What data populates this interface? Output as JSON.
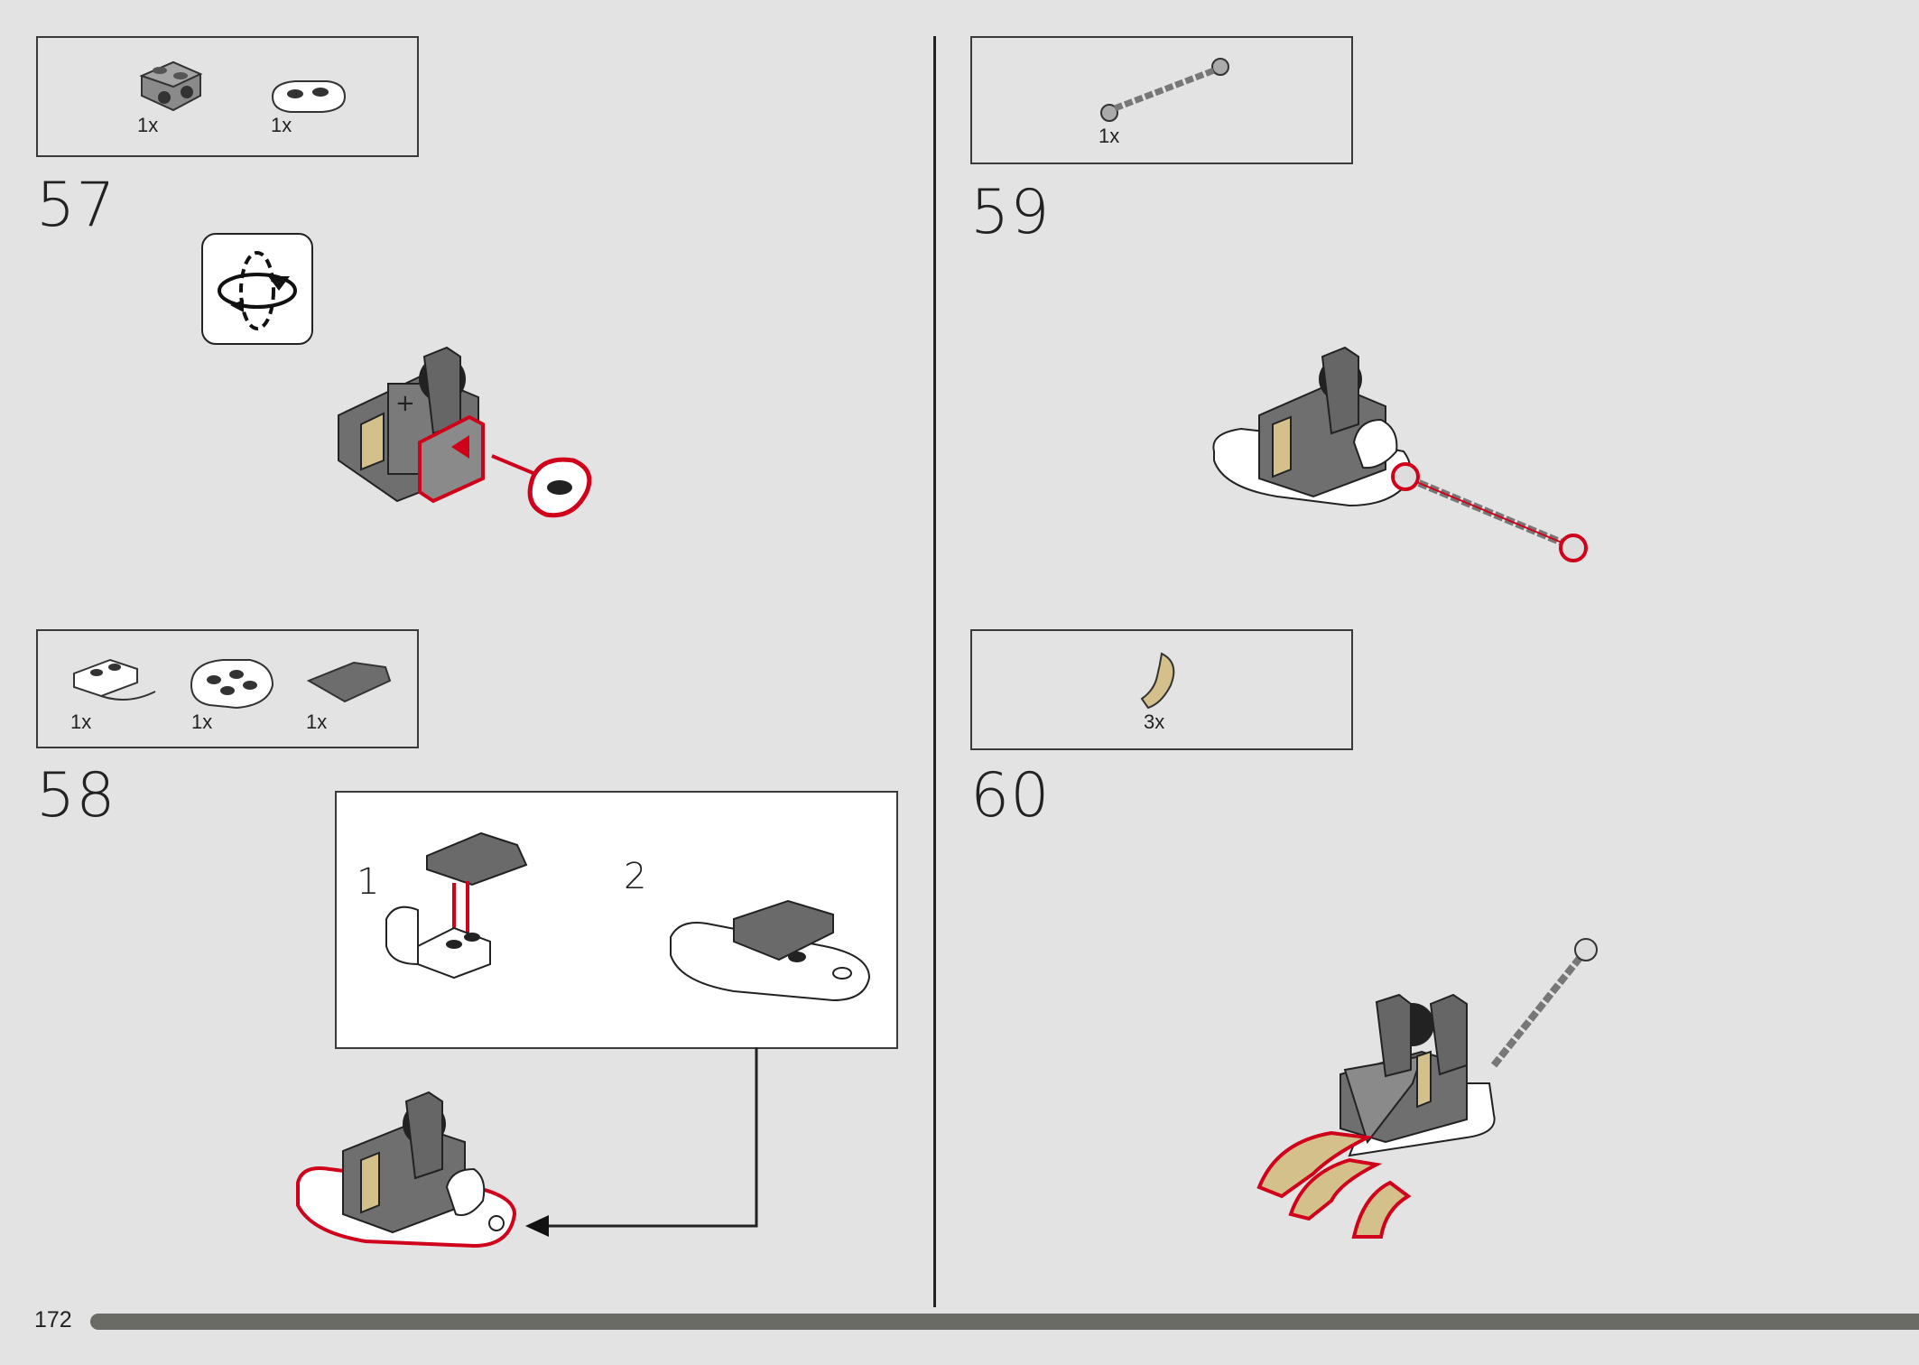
{
  "page": {
    "number": "172"
  },
  "steps": [
    {
      "number": "57",
      "parts": [
        {
          "qty": "1x",
          "name": "grey-bracket-icon"
        },
        {
          "qty": "1x",
          "name": "white-plate-icon"
        }
      ],
      "rotate_icon": "rotate-model-icon"
    },
    {
      "number": "58",
      "parts": [
        {
          "qty": "1x",
          "name": "white-hand-plate-icon"
        },
        {
          "qty": "1x",
          "name": "white-round-plate-icon"
        },
        {
          "qty": "1x",
          "name": "grey-wedge-tile-icon"
        }
      ],
      "substeps": [
        "1",
        "2"
      ]
    },
    {
      "number": "59",
      "parts": [
        {
          "qty": "1x",
          "name": "chain-icon"
        }
      ]
    },
    {
      "number": "60",
      "parts": [
        {
          "qty": "3x",
          "name": "tan-claw-icon"
        }
      ]
    }
  ],
  "colors": {
    "background": "#e3e3e3",
    "highlight": "#d0021b",
    "tan": "#d4c08a",
    "dark_grey": "#5e5e5e",
    "light_grey": "#a9a9a9"
  }
}
